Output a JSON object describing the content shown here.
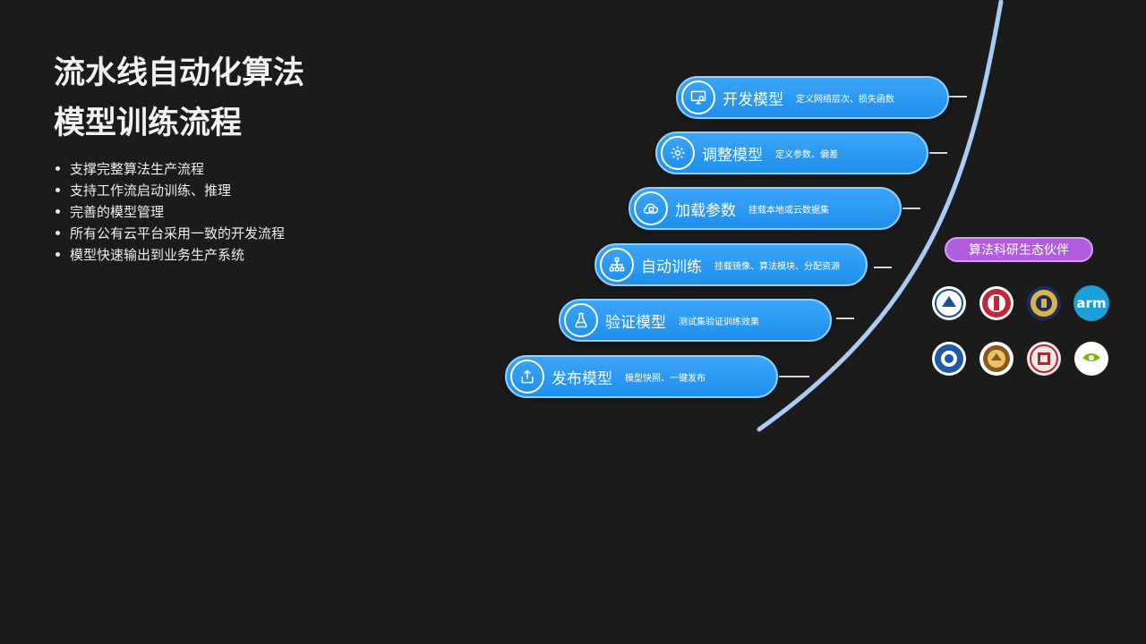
{
  "slide": {
    "title_line1": "流水线自动化算法",
    "title_line2": "模型训练流程",
    "bullets": [
      "支撑完整算法生产流程",
      "支持工作流启动训练、推理",
      "完善的模型管理",
      "所有公有云平台采用一致的开发流程",
      "模型快速输出到业务生产系统"
    ]
  },
  "steps": [
    {
      "name": "开发模型",
      "desc": "定义网络层次、损失函数",
      "icon": "monitor-gear-icon"
    },
    {
      "name": "调整模型",
      "desc": "定义参数、偏差",
      "icon": "gear-icon"
    },
    {
      "name": "加载参数",
      "desc": "挂载本地或云数据集",
      "icon": "cloud-icon"
    },
    {
      "name": "自动训练",
      "desc": "挂载镜像、算法模块、分配资源",
      "icon": "hierarchy-icon"
    },
    {
      "name": "验证模型",
      "desc": "测试集验证训练效果",
      "icon": "flask-icon"
    },
    {
      "name": "发布模型",
      "desc": "模型快照、一键发布",
      "icon": "upload-icon"
    }
  ],
  "partners": {
    "label": "算法科研生态伙伴",
    "arm_text": "arm",
    "logos": [
      "university-seal-1-icon",
      "university-seal-2-icon",
      "university-seal-3-icon",
      "arm-logo-icon",
      "university-seal-4-icon",
      "university-seal-5-icon",
      "university-seal-6-icon",
      "nvidia-logo-icon"
    ]
  },
  "colors": {
    "background": "#1b1b1b",
    "step_blue": "#1f8fec",
    "arc": "#a9ccf5",
    "partner_purple": "#b05ee0"
  }
}
